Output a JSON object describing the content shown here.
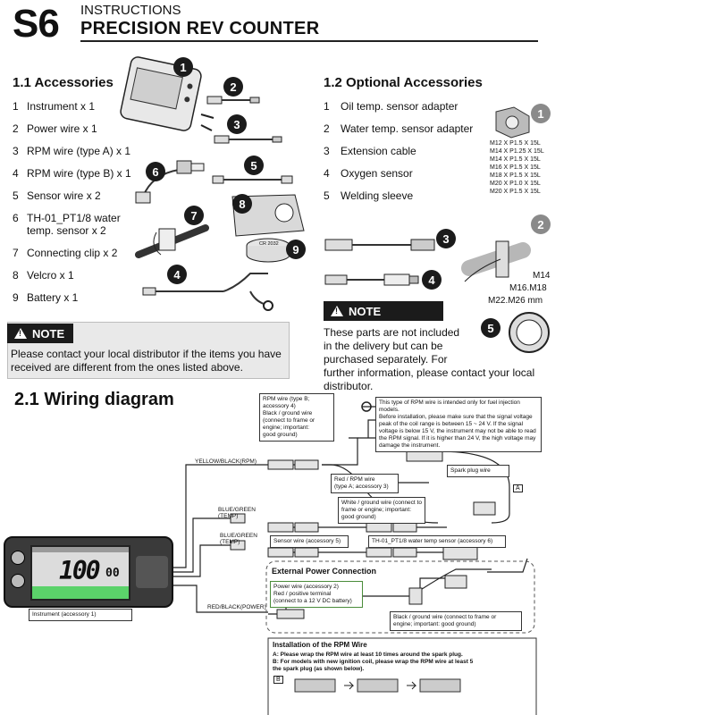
{
  "header": {
    "logo": "S6",
    "subtitle": "INSTRUCTIONS",
    "title": "PRECISION REV COUNTER"
  },
  "accessories": {
    "title": "1.1  Accessories",
    "items": [
      {
        "num": "1",
        "label": "Instrument x 1"
      },
      {
        "num": "2",
        "label": "Power wire x 1"
      },
      {
        "num": "3",
        "label": "RPM wire (type A) x 1"
      },
      {
        "num": "4",
        "label": "RPM wire (type B) x 1"
      },
      {
        "num": "5",
        "label": "Sensor wire x 2"
      },
      {
        "num": "6",
        "label": "TH-01_PT1/8 water"
      },
      {
        "num": "",
        "label": "temp. sensor x 2"
      },
      {
        "num": "7",
        "label": "Connecting clip x 2"
      },
      {
        "num": "8",
        "label": "Velcro x 1"
      },
      {
        "num": "9",
        "label": "Battery x 1"
      }
    ],
    "badges": [
      "1",
      "2",
      "3",
      "4",
      "5",
      "6",
      "7",
      "8",
      "9"
    ],
    "battery_text": "CR 2032"
  },
  "optional": {
    "title": "1.2  Optional Accessories",
    "items": [
      {
        "num": "1",
        "label": "Oil temp. sensor adapter"
      },
      {
        "num": "2",
        "label": "Water temp. sensor adapter"
      },
      {
        "num": "3",
        "label": "Extension cable"
      },
      {
        "num": "4",
        "label": "Oxygen sensor"
      },
      {
        "num": "5",
        "label": "Welding sleeve"
      }
    ],
    "threads": [
      "M12 X P1.5 X 15L",
      "M14 X P1.25 X 15L",
      "M14 X P1.5 X 15L",
      "M16 X P1.5 X 15L",
      "M18 X P1.5 X 15L",
      "M20 X P1.0 X 15L",
      "M20 X P1.5 X 15L"
    ],
    "sizes": [
      "M14",
      "M16.M18",
      "M22.M26 mm"
    ],
    "badges": [
      "1",
      "2",
      "3",
      "4",
      "5"
    ]
  },
  "note1": {
    "tag": "NOTE",
    "lines": [
      "Please contact your local distributor if the items you have",
      "received are different from the ones listed above."
    ]
  },
  "note2": {
    "tag": "NOTE",
    "lines": [
      "These parts are not included",
      "in the delivery but can be",
      "purchased separately. For",
      "further information, please contact your local",
      "distributor."
    ]
  },
  "wiring": {
    "title": "2.1  Wiring diagram",
    "rpm_b_box": [
      "RPM wire (type B;",
      "accessory 4)",
      "Black / ground wire",
      "(connect to frame or",
      "engine; important:",
      "good ground)"
    ],
    "fuel_note": [
      "This type of RPM wire is intended only for fuel injection models.",
      "Before installation, please make sure that the signal voltage",
      "peak of the coil range is between 15 ~ 24 V. If the signal",
      "voltage is below 15 V, the instrument may not be able to read",
      "the RPM signal. If it is higher than 24 V, the high voltage may",
      "damage the instrument."
    ],
    "yellow_black": "YELLOW/BLACK(RPM)",
    "spark_plug": "Spark plug wire",
    "rpm_a_box": [
      "Red / RPM wire",
      "(type A; accessory 3)"
    ],
    "white_box": [
      "White / ground wire (connect to",
      "frame or engine; important:",
      "good ground)"
    ],
    "blue_green_1": [
      "BLUE/GREEN",
      "(TEMP)"
    ],
    "blue_green_2": [
      "BLUE/GREEN",
      "(TEMP)"
    ],
    "sensor_wire": "Sensor wire (accessory 5)",
    "th01": "TH-01_PT1/8 water temp sensor (accessory 6)",
    "ext_power_title": "External Power Connection",
    "power_box": [
      "Power wire (accessory 2)",
      "Red / positive terminal",
      "(connect to a 12 V DC battery)"
    ],
    "black_ground": [
      "Black / ground wire (connect to frame or",
      "engine; important: good ground)"
    ],
    "red_black": "RED/BLACK(POWER)",
    "instrument": "Instrument (accessory 1)",
    "lcd_value": "100",
    "lcd_small": "00",
    "marker_a": "A",
    "marker_b": "B"
  },
  "install": {
    "title": "Installation of the RPM Wire",
    "line_a": "A: Please wrap the RPM wire at least 10 times around the spark plug.",
    "line_b1": "B: For models with new ignition coil, please wrap the RPM wire at least 5",
    "line_b2": "the spark plug (as shown below)."
  }
}
